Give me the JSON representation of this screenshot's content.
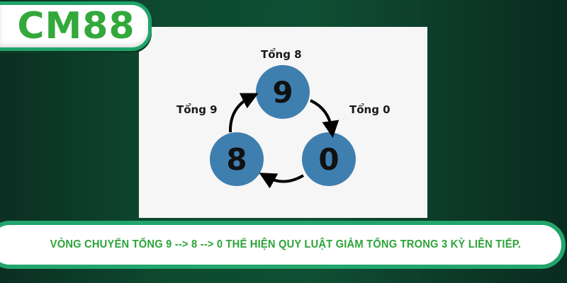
{
  "logo": {
    "text": "CM88"
  },
  "diagram": {
    "nodes": [
      {
        "id": "top",
        "value": "9",
        "label": "Tổng 8"
      },
      {
        "id": "right",
        "value": "0",
        "label": "Tổng 0"
      },
      {
        "id": "left",
        "value": "8",
        "label": "Tổng 9"
      }
    ],
    "node_color": "#3f7fb0",
    "arrow_color": "#000000",
    "flow": [
      "9",
      "0",
      "8",
      "9"
    ]
  },
  "caption": {
    "text": "VÒNG CHUYỂN TỔNG 9 --> 8 --> 0 THỂ HIỆN QUY LUẬT GIẢM TỔNG TRONG 3 KỲ LIÊN TIẾP."
  },
  "colors": {
    "brand_green": "#33a83b",
    "frame_green": "#22a56c",
    "background_dark_green": "#0e4a30"
  }
}
